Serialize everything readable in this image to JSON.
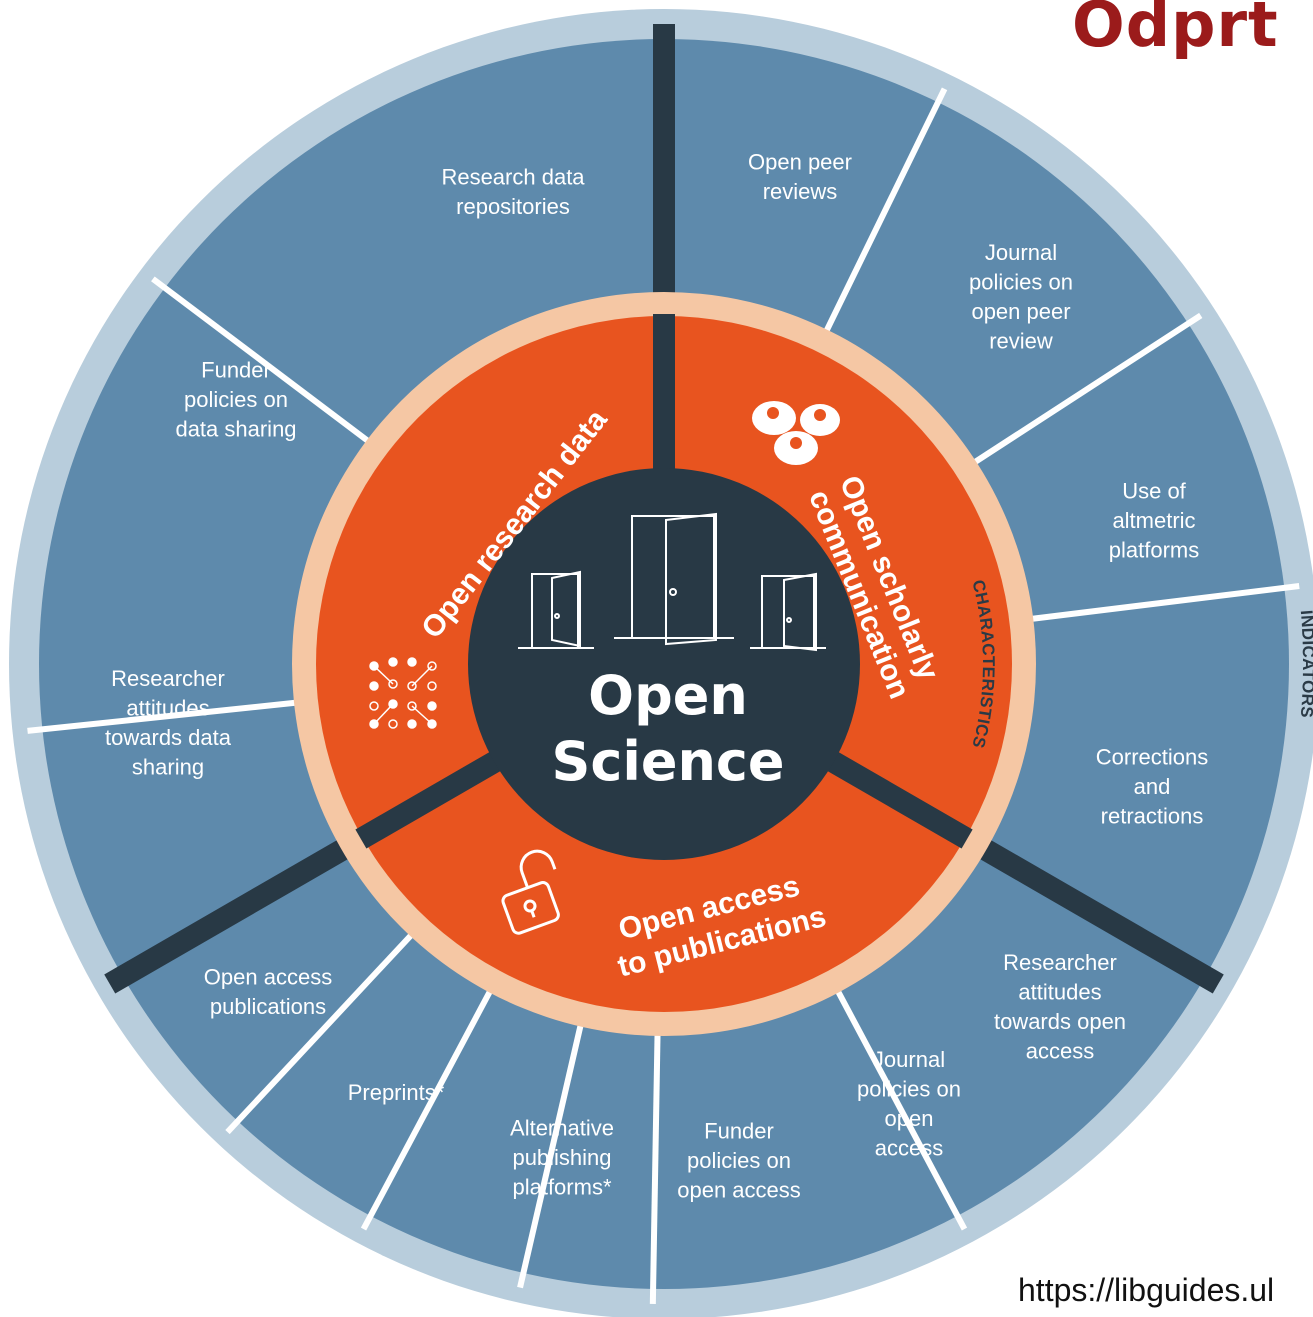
{
  "heading": "Odprt",
  "url": "https://libguides.ul",
  "colors": {
    "outer_ring": "#b8cddc",
    "indicator_fill": "#5e8aac",
    "indicator_divider": "#ffffff",
    "thick_divider": "#283945",
    "characteristics_ring": "#f5c7a4",
    "characteristic_fill": "#e8541f",
    "center_fill": "#283945"
  },
  "diagram": {
    "indicators_ring_label": "INDICATORS",
    "characteristics_ring_label": "CHARACTERISTICS",
    "center": {
      "line1": "Open",
      "line2": "Science"
    },
    "characteristics": [
      {
        "label": "Open research data",
        "icon": "network-nodes-icon"
      },
      {
        "label_line1": "Open scholarly",
        "label_line2": "communication",
        "icon": "people-speech-bubbles-icon"
      },
      {
        "label_line1": "Open access",
        "label_line2": "to publications",
        "icon": "open-padlock-icon"
      }
    ],
    "center_icon": "open-doors-icon",
    "indicators": [
      {
        "lines": [
          "Open peer",
          "reviews"
        ]
      },
      {
        "lines": [
          "Journal",
          "policies on",
          "open peer",
          "review"
        ]
      },
      {
        "lines": [
          "Use of",
          "altmetric",
          "platforms"
        ]
      },
      {
        "lines": [
          "Corrections",
          "and",
          "retractions"
        ]
      },
      {
        "lines": [
          "Researcher",
          "attitudes",
          "towards open",
          "access"
        ]
      },
      {
        "lines": [
          "Journal",
          "policies on",
          "open",
          "access"
        ]
      },
      {
        "lines": [
          "Funder",
          "policies on",
          "open access"
        ]
      },
      {
        "lines": [
          "Alternative",
          "publishing",
          "platforms*"
        ]
      },
      {
        "lines": [
          "Preprints*"
        ]
      },
      {
        "lines": [
          "Open access",
          "publications"
        ]
      },
      {
        "lines": [
          "Researcher",
          "attitudes",
          "towards data",
          "sharing"
        ]
      },
      {
        "lines": [
          "Funder",
          "policies on",
          "data sharing"
        ]
      },
      {
        "lines": [
          "Research data",
          "repositories"
        ]
      }
    ]
  }
}
